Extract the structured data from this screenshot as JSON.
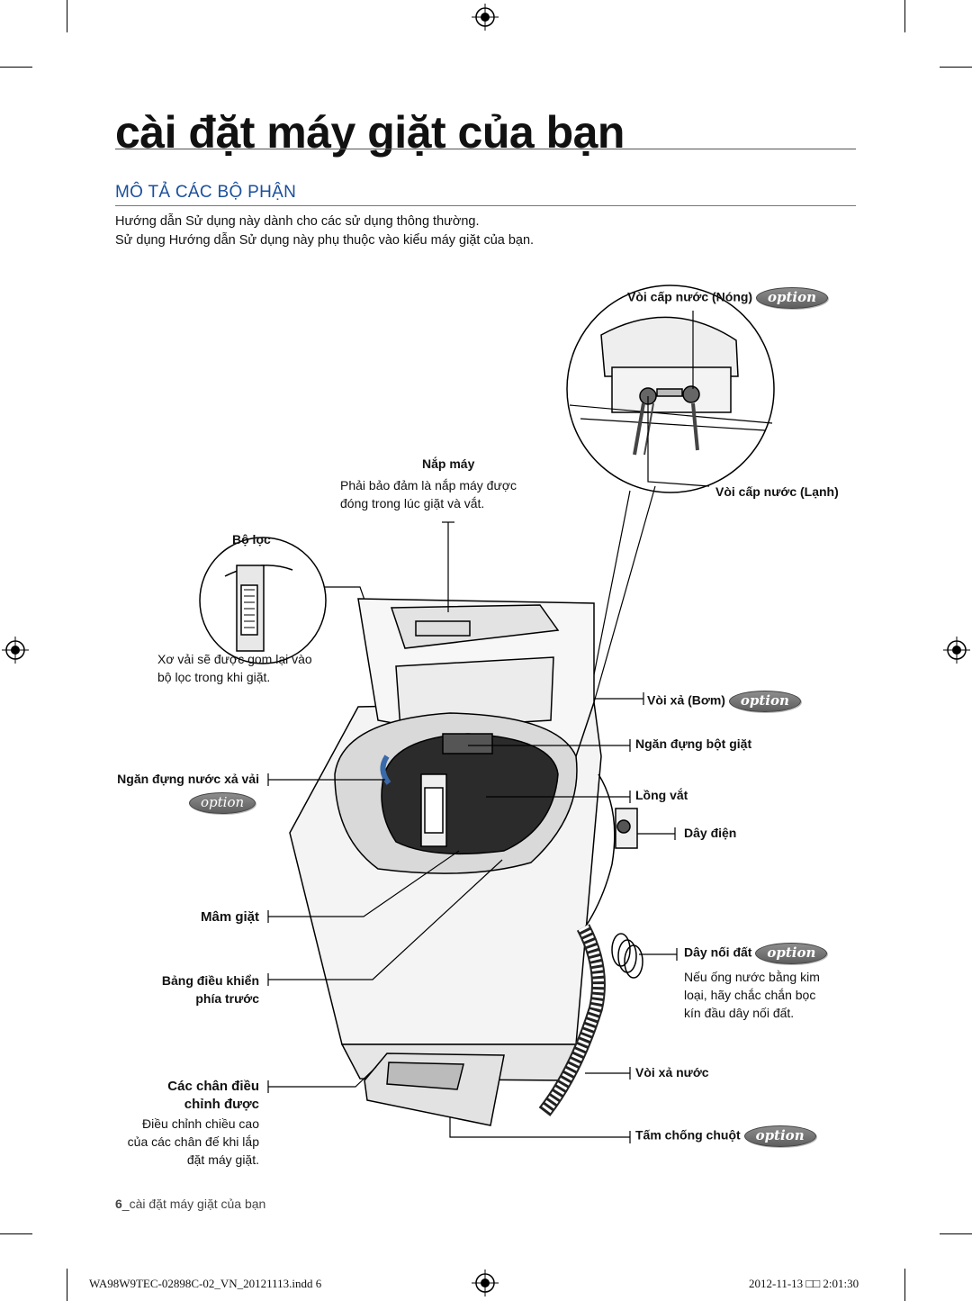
{
  "title": "cài đặt máy giặt của bạn",
  "section_heading": "MÔ TẢ CÁC BỘ PHẬN",
  "intro": [
    "Hướng dẫn Sử dụng này dành cho các sử dụng thông thường.",
    "Sử dụng Hướng dẫn Sử dụng này phụ thuộc vào kiểu máy giặt của bạn."
  ],
  "option_badge": "option",
  "labels": {
    "hot_valve": "Vòi cấp nước (Nóng)",
    "cold_valve": "Vòi cấp nước (Lạnh)",
    "lid": "Nắp máy",
    "lid_note": [
      "Phải bảo đảm là nắp máy được",
      "đóng trong lúc giặt và vắt."
    ],
    "filter": "Bộ lọc",
    "filter_note": [
      "Xơ vải sẽ được gom lại vào",
      "bộ lọc trong khi giặt."
    ],
    "softener": "Ngăn đựng nước xả vải",
    "drain_pump": "Vòi xả (Bơm)",
    "detergent": "Ngăn đựng bột giặt",
    "tub": "Lồng vắt",
    "power_cord": "Dây điện",
    "pulsator": "Mâm giặt",
    "control_panel": [
      "Bảng điều khiển",
      "phía trước"
    ],
    "ground_wire": "Dây nối đất",
    "ground_note": [
      "Nếu ống nước bằng kim",
      "loại, hãy chắc chắn bọc",
      "kín đầu dây nối đất."
    ],
    "feet": [
      "Các chân điều",
      "chỉnh được"
    ],
    "feet_note": [
      "Điều chỉnh chiều cao",
      "của các chân đế khi lắp",
      "đặt máy giặt."
    ],
    "drain_hose": "Vòi xả nước",
    "rat_cover": "Tấm chống chuột"
  },
  "footer": {
    "page_number": "6",
    "page_text": "_cài đặt máy giặt của bạn",
    "slug_file": "WA98W9TEC-02898C-02_VN_20121113.indd   6",
    "slug_date": "2012-11-13   □□ 2:01:30"
  }
}
